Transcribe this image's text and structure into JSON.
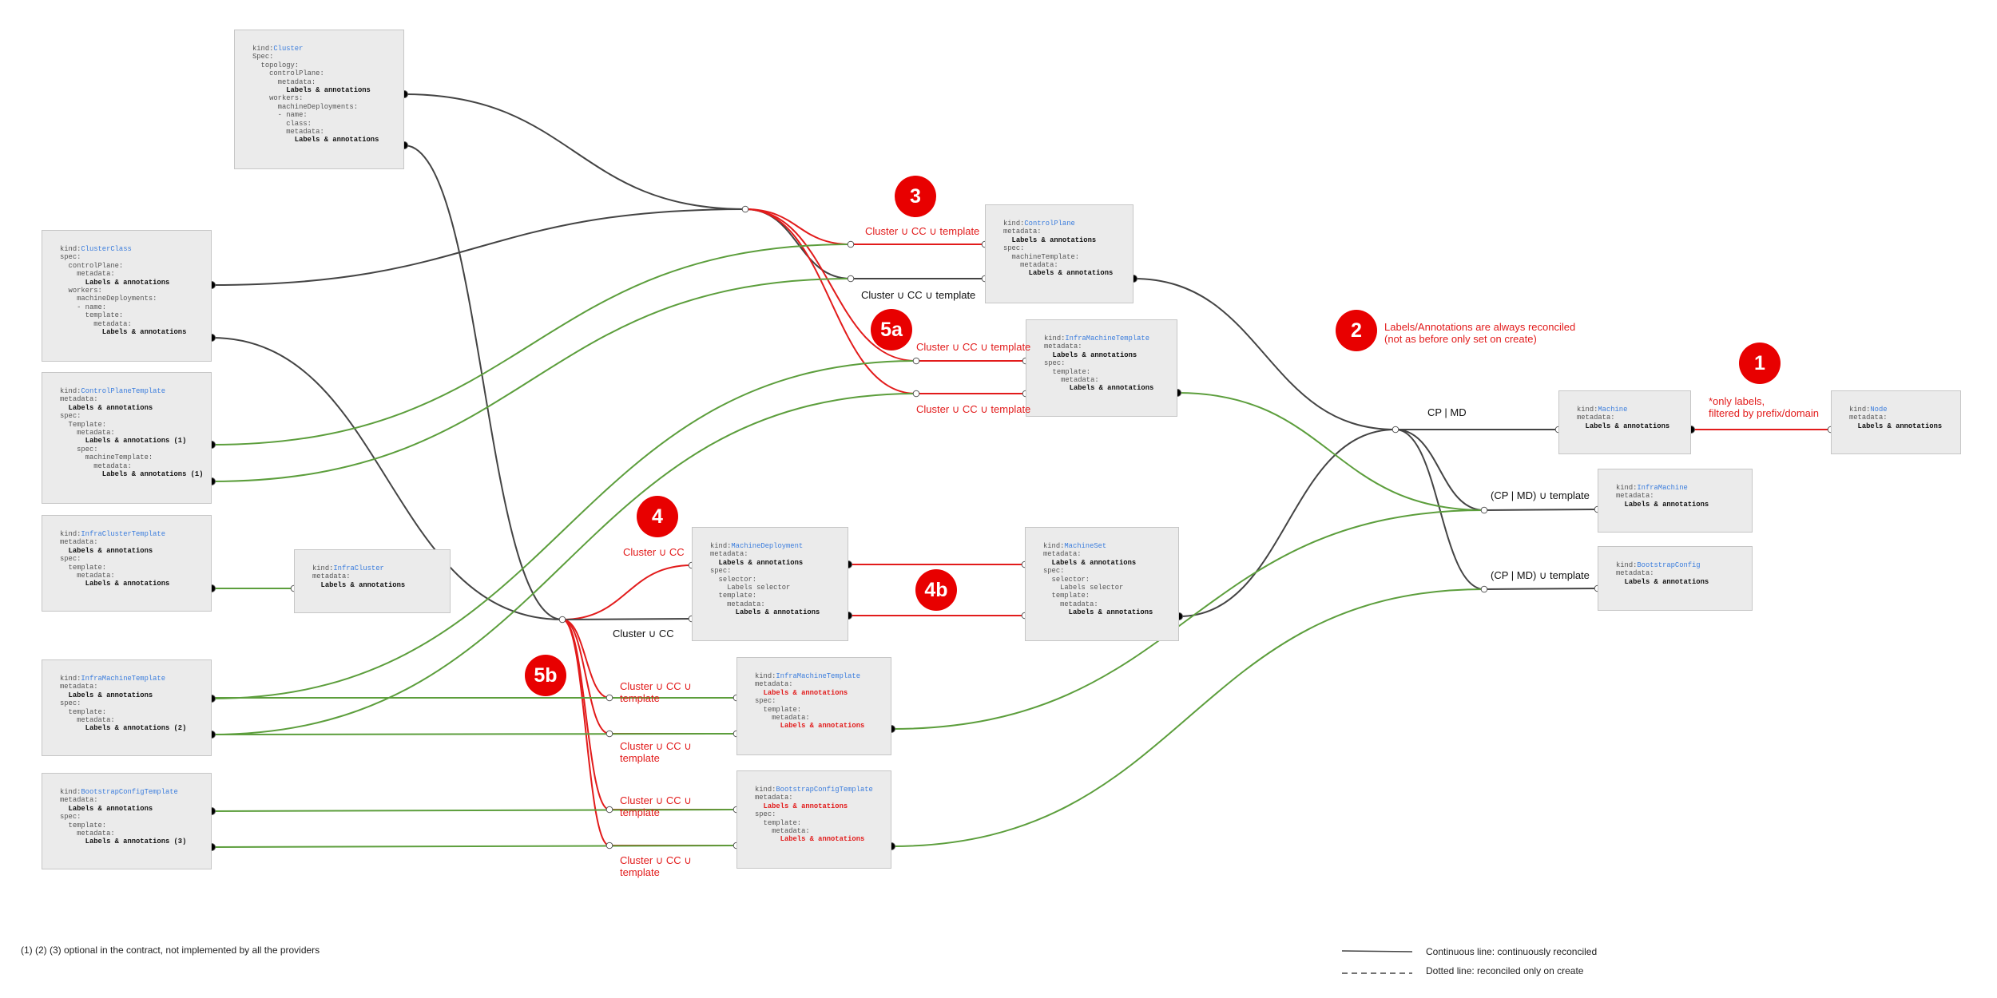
{
  "colors": {
    "black_line": "#444444",
    "green_line": "#5c9e3c",
    "red_line": "#e21b1b",
    "badge": "#e80000",
    "kind_name": "#3b7ddd"
  },
  "boxes": {
    "cluster": {
      "lines": [
        {
          "t": "kind:",
          "n": "Cluster"
        },
        {
          "t": "Spec:"
        },
        {
          "t": "  topology:"
        },
        {
          "t": "    controlPlane:"
        },
        {
          "t": "      metadata:"
        },
        {
          "h": "        Labels & annotations"
        },
        {
          "t": "    workers:"
        },
        {
          "t": "      machineDeployments:"
        },
        {
          "t": "      - name:"
        },
        {
          "t": "        class:"
        },
        {
          "t": "        metadata:"
        },
        {
          "h": "          Labels & annotations"
        }
      ]
    },
    "clusterclass": {
      "lines": [
        {
          "t": "kind:",
          "n": "ClusterClass"
        },
        {
          "t": "spec:"
        },
        {
          "t": "  controlPlane:"
        },
        {
          "t": "    metadata:"
        },
        {
          "h": "      Labels & annotations"
        },
        {
          "t": "  workers:"
        },
        {
          "t": "    machineDeployments:"
        },
        {
          "t": "    - name:"
        },
        {
          "t": "      template:"
        },
        {
          "t": "        metadata:"
        },
        {
          "h": "          Labels & annotations"
        }
      ]
    },
    "cptemplate": {
      "lines": [
        {
          "t": "kind:",
          "n": "ControlPlaneTemplate"
        },
        {
          "t": "metadata:"
        },
        {
          "h": "  Labels & annotations"
        },
        {
          "t": "spec:"
        },
        {
          "t": "  Template:"
        },
        {
          "t": "    metadata:"
        },
        {
          "h": "      Labels & annotations (1)"
        },
        {
          "t": "    spec:"
        },
        {
          "t": "      machineTemplate:"
        },
        {
          "t": "        metadata:"
        },
        {
          "h": "          Labels & annotations (1)"
        }
      ]
    },
    "infraclustertemplate": {
      "lines": [
        {
          "t": "kind:",
          "n": "InfraClusterTemplate"
        },
        {
          "t": "metadata:"
        },
        {
          "h": "  Labels & annotations"
        },
        {
          "t": "spec:"
        },
        {
          "t": "  template:"
        },
        {
          "t": "    metadata:"
        },
        {
          "h": "      Labels & annotations"
        }
      ]
    },
    "infracluster": {
      "lines": [
        {
          "t": "kind:",
          "n": "InfraCluster"
        },
        {
          "t": "metadata:"
        },
        {
          "h": "  Labels & annotations"
        }
      ]
    },
    "inframmt_left": {
      "lines": [
        {
          "t": "kind:",
          "n": "InfraMachineTemplate"
        },
        {
          "t": "metadata:"
        },
        {
          "h": "  Labels & annotations"
        },
        {
          "t": "spec:"
        },
        {
          "t": "  template:"
        },
        {
          "t": "    metadata:"
        },
        {
          "h": "      Labels & annotations (2)"
        }
      ]
    },
    "bootstraptemplate_left": {
      "lines": [
        {
          "t": "kind:",
          "n": "BootstrapConfigTemplate"
        },
        {
          "t": "metadata:"
        },
        {
          "h": "  Labels & annotations"
        },
        {
          "t": "spec:"
        },
        {
          "t": "  template:"
        },
        {
          "t": "    metadata:"
        },
        {
          "h": "      Labels & annotations (3)"
        }
      ]
    },
    "controlplane": {
      "lines": [
        {
          "t": "kind:",
          "n": "ControlPlane"
        },
        {
          "t": "metadata:"
        },
        {
          "h": "  Labels & annotations"
        },
        {
          "t": "spec:"
        },
        {
          "t": "  machineTemplate:"
        },
        {
          "t": "    metadata:"
        },
        {
          "h": "      Labels & annotations"
        }
      ]
    },
    "inframmt_cp": {
      "lines": [
        {
          "t": "kind:",
          "n": "InfraMachineTemplate"
        },
        {
          "t": "metadata:"
        },
        {
          "h": "  Labels & annotations"
        },
        {
          "t": "spec:"
        },
        {
          "t": "  template:"
        },
        {
          "t": "    metadata:"
        },
        {
          "h": "      Labels & annotations"
        }
      ]
    },
    "machinedeployment": {
      "lines": [
        {
          "t": "kind:",
          "n": "MachineDeployment"
        },
        {
          "t": "metadata:"
        },
        {
          "h": "  Labels & annotations"
        },
        {
          "t": "spec:"
        },
        {
          "t": "  selector:"
        },
        {
          "t": "    Labels selector"
        },
        {
          "t": "  template:"
        },
        {
          "t": "    metadata:"
        },
        {
          "h": "      Labels & annotations"
        }
      ]
    },
    "machineset": {
      "lines": [
        {
          "t": "kind:",
          "n": "MachineSet"
        },
        {
          "t": "metadata:"
        },
        {
          "h": "  Labels & annotations"
        },
        {
          "t": "spec:"
        },
        {
          "t": "  selector:"
        },
        {
          "t": "    Labels selector"
        },
        {
          "t": "  template:"
        },
        {
          "t": "    metadata:"
        },
        {
          "h": "      Labels & annotations"
        }
      ]
    },
    "inframmt_md": {
      "lines": [
        {
          "t": "kind:",
          "n": "InfraMachineTemplate"
        },
        {
          "t": "metadata:"
        },
        {
          "r": "  Labels & annotations"
        },
        {
          "t": "spec:"
        },
        {
          "t": "  template:"
        },
        {
          "t": "    metadata:"
        },
        {
          "r": "      Labels & annotations"
        }
      ]
    },
    "bootstraptemplate_md": {
      "lines": [
        {
          "t": "kind:",
          "n": "BootstrapConfigTemplate"
        },
        {
          "t": "metadata:"
        },
        {
          "r": "  Labels & annotations"
        },
        {
          "t": "spec:"
        },
        {
          "t": "  template:"
        },
        {
          "t": "    metadata:"
        },
        {
          "r": "      Labels & annotations"
        }
      ]
    },
    "machine": {
      "lines": [
        {
          "t": "kind:",
          "n": "Machine"
        },
        {
          "t": "metadata:"
        },
        {
          "h": "  Labels & annotations"
        }
      ]
    },
    "node": {
      "lines": [
        {
          "t": "kind:",
          "n": "Node"
        },
        {
          "t": "metadata:"
        },
        {
          "h": "  Labels & annotations"
        }
      ]
    },
    "inframachine": {
      "lines": [
        {
          "t": "kind:",
          "n": "InfraMachine"
        },
        {
          "t": "metadata:"
        },
        {
          "h": "  Labels & annotations"
        }
      ]
    },
    "bootstrapconfig": {
      "lines": [
        {
          "t": "kind:",
          "n": "BootstrapConfig"
        },
        {
          "t": "metadata:"
        },
        {
          "h": "  Labels & annotations"
        }
      ]
    }
  },
  "badges": {
    "b1": "1",
    "b2": "2",
    "b3": "3",
    "b4": "4",
    "b4b": "4b",
    "b5a": "5a",
    "b5b": "5b"
  },
  "labels": {
    "cp_red": "Cluster ∪ CC ∪ template",
    "cp_black": "Cluster ∪ CC ∪ template",
    "imt_cp_top": "Cluster ∪ CC ∪ template",
    "imt_cp_bottom": "Cluster ∪ CC ∪ template",
    "md_red": "Cluster ∪ CC",
    "md_black": "Cluster ∪ CC",
    "imt_md_1": "Cluster ∪ CC ∪\ntemplate",
    "imt_md_2": "Cluster ∪ CC ∪\ntemplate",
    "bct_md_1": "Cluster ∪ CC ∪\ntemplate",
    "bct_md_2": "Cluster ∪ CC ∪\ntemplate",
    "cp_md": "CP | MD",
    "infra_machine_tpl": "(CP | MD) ∪ template",
    "bootstrap_tpl": "(CP | MD) ∪ template",
    "reconciled_title": "Labels/Annotations are always reconciled",
    "reconciled_sub": "(not as before only set on create)",
    "only_labels": "*only labels,",
    "filtered": "filtered by prefix/domain"
  },
  "footnote": "(1) (2) (3) optional in the contract, not implemented by all the providers",
  "legend": {
    "continuous": "Continuous line: continuously reconciled",
    "dotted": "Dotted line: reconciled only on create"
  }
}
